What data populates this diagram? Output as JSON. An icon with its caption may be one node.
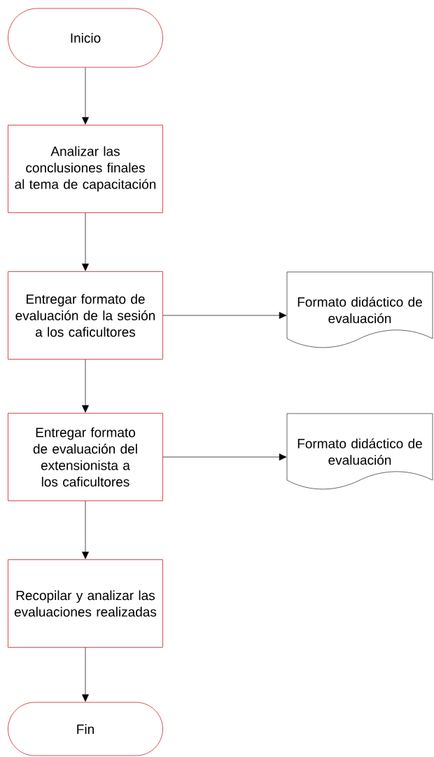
{
  "diagram": {
    "nodes": [
      {
        "text": [
          "Inicio"
        ]
      },
      {
        "text": [
          "Analizar las conclusiones finales al tema de capacitación"
        ]
      },
      {
        "text": [
          "Entregar formato de evaluación de la sesión a los caficultores"
        ]
      },
      {
        "text": [
          "Formato didáctico de evaluación"
        ]
      },
      {
        "text": [
          "Entregar formato de evaluación del extensionista a los caficultores"
        ]
      },
      {
        "text": [
          "Formato didáctico de evaluación"
        ]
      },
      {
        "text": [
          "Recopilar y analizar las evaluaciones realizadas"
        ]
      },
      {
        "text": [
          "Fin"
        ]
      }
    ],
    "edges": [
      {
        "from": 0,
        "to": 1,
        "arrow": "to"
      },
      {
        "from": 1,
        "to": 2,
        "arrow": "to"
      },
      {
        "from": 2,
        "to": 3,
        "arrow": "to"
      },
      {
        "from": 2,
        "to": 4,
        "arrow": "to"
      },
      {
        "from": 4,
        "to": 5,
        "arrow": "to"
      },
      {
        "from": 4,
        "to": 6,
        "arrow": "to"
      },
      {
        "from": 6,
        "to": 7,
        "arrow": "to"
      }
    ]
  }
}
